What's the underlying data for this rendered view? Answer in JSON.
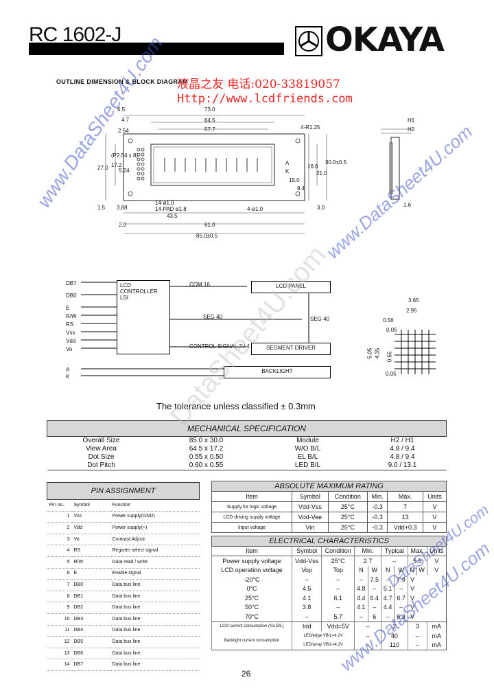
{
  "header": {
    "model": "RC 1602-J",
    "brand": "OKAYA"
  },
  "drawing": {
    "title": "OUTLINE DIMENSION & BLOCK DIAGRAM",
    "contact_line1": "液晶之友 电话:020-33819057",
    "contact_line2": "Http://www.lcdfriends.com",
    "dims": [
      "6.5",
      "4.7",
      "2.54",
      "73.0",
      "64.5",
      "57.7",
      "4-R1.25",
      "H1",
      "H2",
      "27.0",
      "17.2",
      "(P2.54 x 8)",
      "5.24",
      "1.5",
      "3.88",
      "14-ø1.0",
      "14-PAD ø1.8",
      "43.5",
      "2.0",
      "61.0",
      "85.0±0.5",
      "4-ø1.0",
      "16.0",
      "21.0",
      "30.0±0.5",
      "15.0",
      "9.4",
      "3.0",
      "1.6",
      "A",
      "K"
    ]
  },
  "block": {
    "signals": [
      "DB7",
      "DB0",
      "E",
      "R/W",
      "RS",
      "Vss",
      "Vdd",
      "Vo",
      "A",
      "K"
    ],
    "controller": "LCD CONTROLLER LSI",
    "panel": "LCD PANEL",
    "seg_driver": "SEGMENT DRIVER",
    "backlight": "BACKLIGHT",
    "com": "COM 16",
    "seg": "SEG 40",
    "seg2": "SEG 40",
    "ctrl": "CONTROL SIGNAL 3 / 4",
    "dot_dims": [
      "3.65",
      "2.95",
      "0.56",
      "0.05",
      "5.05",
      "4.35",
      "0.55",
      "0.05"
    ]
  },
  "tolerance": "The tolerance  unless  classified ± 0.3mm",
  "mech": {
    "title": "MECHANICAL  SPECIFICATION",
    "rows": [
      [
        "Overall Size",
        "85.0 x 30.0",
        "Module",
        "H2 / H1"
      ],
      [
        "View Area",
        "64.5 x 17.2",
        "W/O B/L",
        "4.8 / 9.4"
      ],
      [
        "Dot Size",
        "0.55 x 0.50",
        "EL B/L",
        "4.8 / 9.4"
      ],
      [
        "Dot Pitch",
        "0.60 x 0.55",
        "LED B/L",
        "9.0 / 13.1"
      ]
    ]
  },
  "pins": {
    "title": "PIN  ASSIGNMENT",
    "head": [
      "Pin no.",
      "Symbol",
      "Function"
    ],
    "rows": [
      [
        "1",
        "Vss",
        "Power supply(GND)"
      ],
      [
        "2",
        "Vdd",
        "Power supply(+)"
      ],
      [
        "3",
        "Vo",
        "Contrast Adjust"
      ],
      [
        "4",
        "RS",
        "Register select signal"
      ],
      [
        "5",
        "R/W",
        "Data read / write"
      ],
      [
        "6",
        "E",
        "Enable signal"
      ],
      [
        "7",
        "DB0",
        "Data bus line"
      ],
      [
        "8",
        "DB1",
        "Data bus line"
      ],
      [
        "9",
        "DB2",
        "Data bus line"
      ],
      [
        "10",
        "DB3",
        "Data bus line"
      ],
      [
        "11",
        "DB4",
        "Data bus line"
      ],
      [
        "12",
        "DB5",
        "Data bus line"
      ],
      [
        "13",
        "DB6",
        "Data bus line"
      ],
      [
        "14",
        "DB7",
        "Data bus line"
      ]
    ]
  },
  "ratings": {
    "title": "ABSOLUTE MAXIMUM RATING",
    "head": [
      "Item",
      "Symbol",
      "Condition",
      "Min.",
      "Max.",
      "Units"
    ],
    "rows": [
      [
        "Supply for logic voltage",
        "Vdd-Vss",
        "25°C",
        "-0.3",
        "7",
        "V"
      ],
      [
        "LCD driving supply voltage",
        "Vdd-Vee",
        "25°C",
        "-0.3",
        "13",
        "V"
      ],
      [
        "Input voltage",
        "Vin",
        "25°C",
        "-0.3",
        "Vdd+0.3",
        "V"
      ]
    ]
  },
  "elec": {
    "title": "ELECTRICAL CHARACTERISTICS",
    "head": [
      "Item",
      "Symbol",
      "Condition",
      "Min.",
      "Typical",
      "Max.",
      "Units"
    ],
    "power": [
      "Power supply voltage",
      "Vdd-Vss",
      "25°C",
      "2.7",
      "–",
      "5.5",
      "V"
    ],
    "top": [
      "Top",
      "N",
      "W",
      "N",
      "W",
      "N",
      "W",
      "V"
    ],
    "vop_item": "LCD operation voltage",
    "vop_sym": "Vop",
    "vop_rows": [
      [
        "-20°C",
        "–",
        "–",
        "–",
        "7.5",
        "–",
        "7.9",
        "V"
      ],
      [
        "0°C",
        "4.5",
        "–",
        "4.8",
        "–",
        "5.1",
        "–",
        "V"
      ],
      [
        "25°C",
        "4.1",
        "6.1",
        "4.4",
        "6.4",
        "4.7",
        "6.7",
        "V"
      ],
      [
        "50°C",
        "3.8",
        "–",
        "4.1",
        "–",
        "4.4",
        "–",
        "V"
      ],
      [
        "70°C",
        "–",
        "5.7",
        "–",
        "6",
        "–",
        "6.3",
        "V"
      ]
    ],
    "idd": [
      "LCM current consumption (No B/L)",
      "Idd",
      "Vdd=5V",
      "–",
      "2",
      "3",
      "mA"
    ],
    "bl_item": "Backlight current consumption",
    "bl_rows": [
      [
        "LED/edge VB/L=4.2V",
        "–",
        "40",
        "–",
        "mA"
      ],
      [
        "LED/array VB/L=4.2V",
        "–",
        "110",
        "–",
        "mA"
      ]
    ]
  },
  "watermarks": [
    "www.DataSheet4U.com",
    "DataSheet4U.com",
    "www.DataSheet4U.com",
    "DataSheet4U.com",
    "www.DataSheet4U.com"
  ],
  "page_number": "26"
}
